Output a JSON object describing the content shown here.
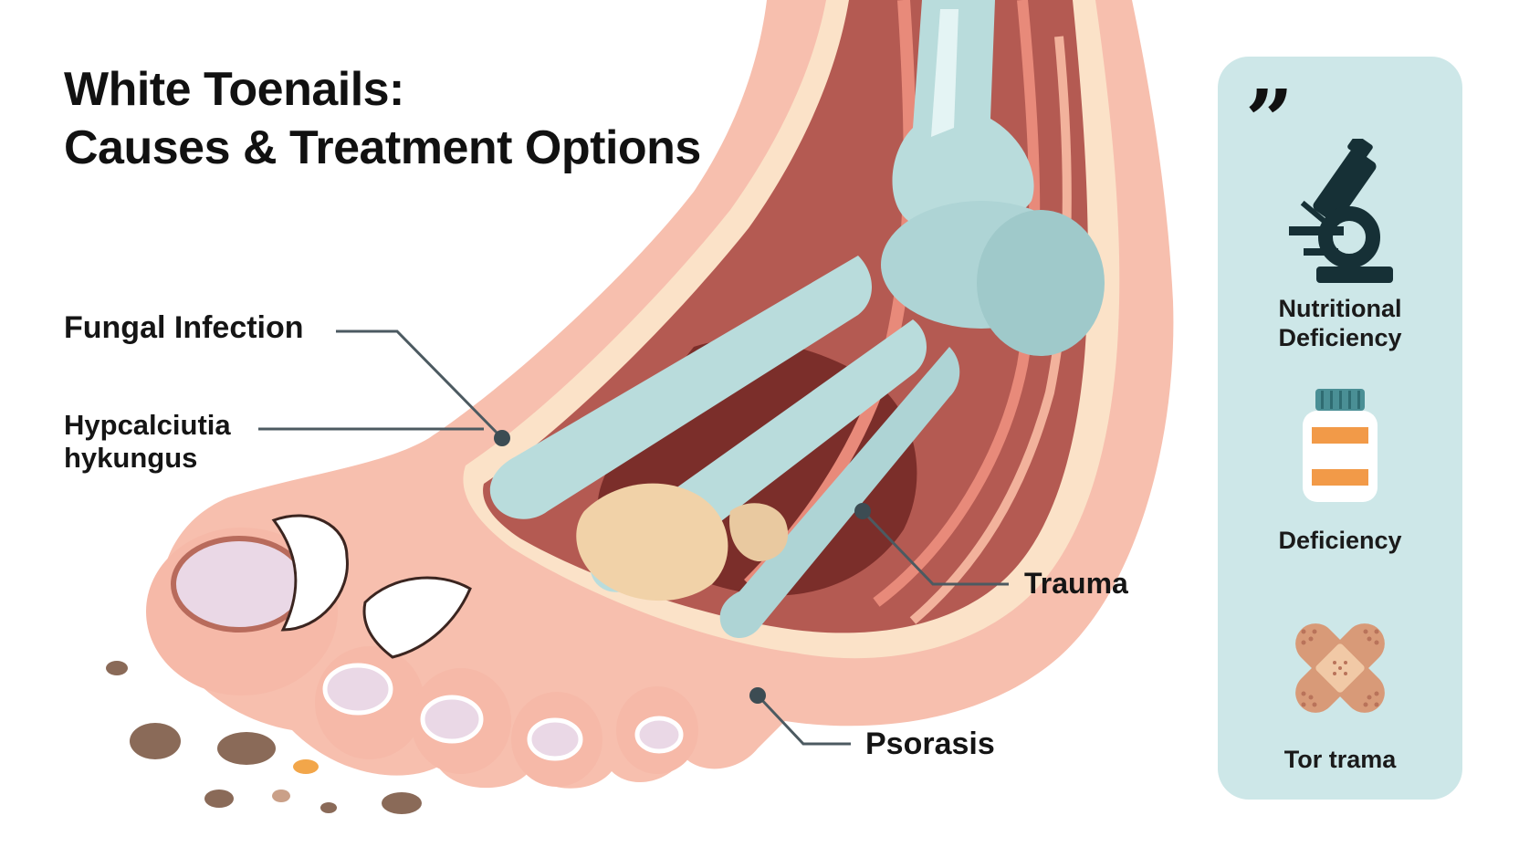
{
  "title": {
    "line1": "White Toenails:",
    "line2": "Causes & Treatment Options"
  },
  "labels": {
    "fungal": "Fungal Infection",
    "hypo_line1": "Hypcalciutia",
    "hypo_line2": "hykungus",
    "trauma": "Trauma",
    "psoriasis": "Psorasis"
  },
  "panel": {
    "quote_mark": "”",
    "items": [
      {
        "icon": "microscope-icon",
        "line1": "Nutritional",
        "line2": "Deficiency"
      },
      {
        "icon": "pill-bottle-icon",
        "line1": "Deficiency"
      },
      {
        "icon": "bandage-icon",
        "line1": "Tor trama"
      }
    ]
  },
  "colors": {
    "skin": "#f7bfae",
    "skin_light": "#fbd3c4",
    "muscle": "#b45a52",
    "muscle_dark": "#7b2e2a",
    "bone": "#b9dcdc",
    "bone_highlight": "#e4f4f4",
    "nail": "#ead8e6",
    "panel": "#cde7e8",
    "leader": "#4c5a61",
    "bottle_label": "#f29a48",
    "bandage": "#d89a78"
  }
}
